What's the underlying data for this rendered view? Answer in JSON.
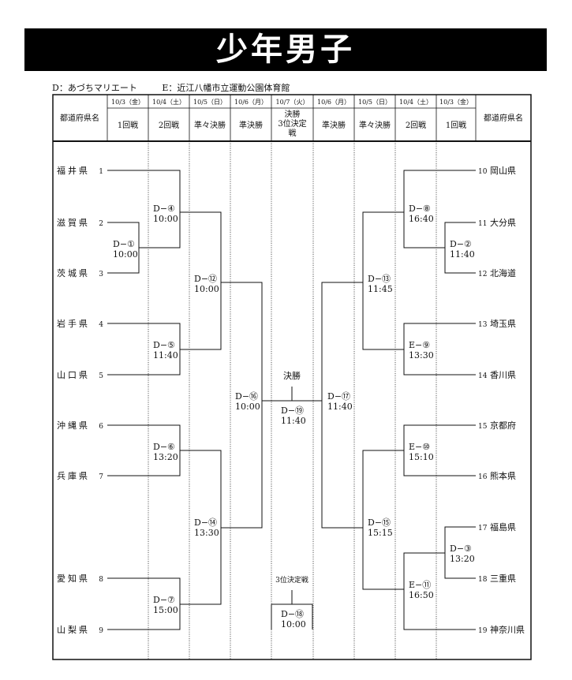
{
  "title": "少年男子",
  "venues": [
    "D：あづちマリエート",
    "E：近江八幡市立運動公園体育館"
  ],
  "header": {
    "pref_label": "都道府県名",
    "columns": [
      {
        "date": "10/3（金）",
        "round": [
          "1回戦"
        ]
      },
      {
        "date": "10/4（土）",
        "round": [
          "2回戦"
        ]
      },
      {
        "date": "10/5（日）",
        "round": [
          "準々決勝"
        ]
      },
      {
        "date": "10/6（月）",
        "round": [
          "準決勝"
        ]
      },
      {
        "date": "10/7（火）",
        "round": [
          "決勝",
          "3位決定",
          "戦"
        ]
      },
      {
        "date": "10/6（月）",
        "round": [
          "準決勝"
        ]
      },
      {
        "date": "10/5（日）",
        "round": [
          "準々決勝"
        ]
      },
      {
        "date": "10/4（土）",
        "round": [
          "2回戦"
        ]
      },
      {
        "date": "10/3（金）",
        "round": [
          "1回戦"
        ]
      }
    ]
  },
  "teams_left": [
    {
      "seed": "1",
      "name": "福井県"
    },
    {
      "seed": "2",
      "name": "滋賀県"
    },
    {
      "seed": "3",
      "name": "茨城県"
    },
    {
      "seed": "4",
      "name": "岩手県"
    },
    {
      "seed": "5",
      "name": "山口県"
    },
    {
      "seed": "6",
      "name": "沖縄県"
    },
    {
      "seed": "7",
      "name": "兵庫県"
    },
    {
      "seed": "8",
      "name": "愛知県"
    },
    {
      "seed": "9",
      "name": "山梨県"
    }
  ],
  "teams_right": [
    {
      "seed": "10",
      "name": "岡山県"
    },
    {
      "seed": "11",
      "name": "大分県"
    },
    {
      "seed": "12",
      "name": "北海道"
    },
    {
      "seed": "13",
      "name": "埼玉県"
    },
    {
      "seed": "14",
      "name": "香川県"
    },
    {
      "seed": "15",
      "name": "京都府"
    },
    {
      "seed": "16",
      "name": "熊本県"
    },
    {
      "seed": "17",
      "name": "福島県"
    },
    {
      "seed": "18",
      "name": "三重県"
    },
    {
      "seed": "19",
      "name": "神奈川県"
    }
  ],
  "matches": {
    "m1": {
      "code": "D−①",
      "time": "10:00"
    },
    "m2": {
      "code": "D−②",
      "time": "11:40"
    },
    "m3": {
      "code": "D−③",
      "time": "13:20"
    },
    "m4": {
      "code": "D−④",
      "time": "10:00"
    },
    "m5": {
      "code": "D−⑤",
      "time": "11:40"
    },
    "m6": {
      "code": "D−⑥",
      "time": "13:20"
    },
    "m7": {
      "code": "D−⑦",
      "time": "15:00"
    },
    "m8": {
      "code": "D−⑧",
      "time": "16:40"
    },
    "m9": {
      "code": "E−⑨",
      "time": "13:30"
    },
    "m10": {
      "code": "E−⑩",
      "time": "15:10"
    },
    "m11": {
      "code": "E−⑪",
      "time": "16:50"
    },
    "m12": {
      "code": "D−⑫",
      "time": "10:00"
    },
    "m13": {
      "code": "D−⑬",
      "time": "11:45"
    },
    "m14": {
      "code": "D−⑭",
      "time": "13:30"
    },
    "m15": {
      "code": "D−⑮",
      "time": "15:15"
    },
    "m16": {
      "code": "D−⑯",
      "time": "10:00"
    },
    "m17": {
      "code": "D−⑰",
      "time": "11:40"
    },
    "m18": {
      "code": "D−⑱",
      "time": "10:00"
    },
    "m19": {
      "code": "D−⑲",
      "time": "11:40"
    }
  },
  "final_label": "決勝",
  "third_place_label": "3位決定戦"
}
